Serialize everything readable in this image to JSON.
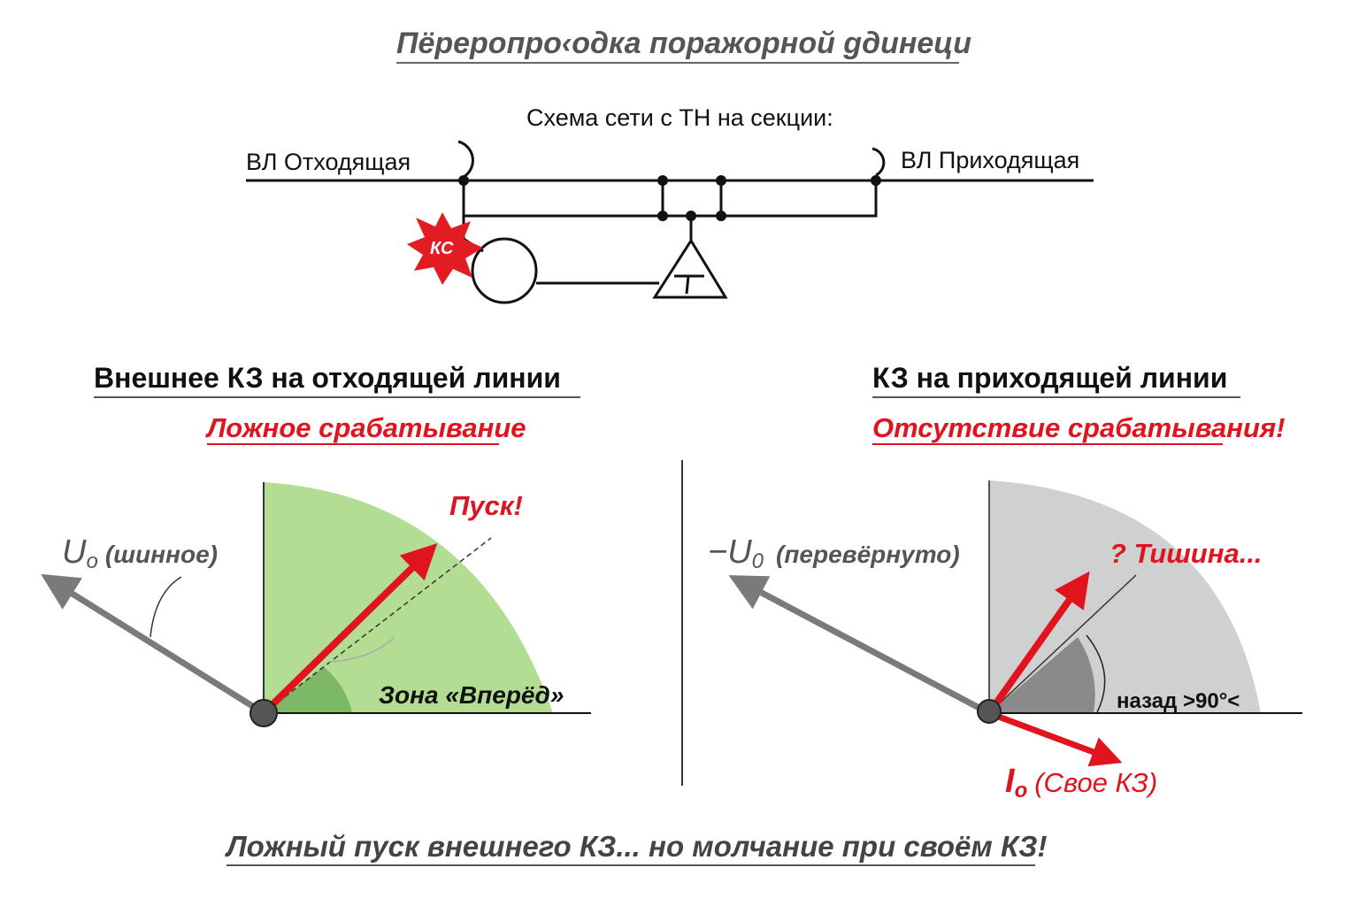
{
  "title": "Пёреропро‹одка поражорной gдинеци",
  "scheme": {
    "caption": "Схема сети с ТН на секции:",
    "line_left": "ВЛ Отходящая",
    "line_right": "ВЛ Приходящая",
    "fault_badge": "КС"
  },
  "left_panel": {
    "heading": "Внешнее КЗ на отходящей линии",
    "subheading": "Ложное срабатывание",
    "u0_symbol": "U",
    "u0_sub": "o",
    "u0_note": "(шинное)",
    "start_label": "Пуск!",
    "zone_label": "Зона «Вперёд»"
  },
  "right_panel": {
    "heading": "КЗ на приходящей линии",
    "subheading": "Отсутствие срабатывания!",
    "u0_symbol": "−U",
    "u0_sub": "0",
    "u0_note": "(перевёрнуто)",
    "silence_label": "? Тишина...",
    "back_label": "назад >90°<",
    "i0_symbol": "I",
    "i0_sub": "o",
    "i0_note": "(Свое КЗ)"
  },
  "footer": "Ложный пуск внешнего КЗ... но молчание при своём КЗ!",
  "colors": {
    "red": "#e0141e",
    "green_zone": "#b2dd92",
    "green_dark": "#7db866",
    "gray_zone": "#cfd1d0",
    "gray_dark": "#8a8a8a",
    "vector_gray": "#7a7a7a"
  }
}
